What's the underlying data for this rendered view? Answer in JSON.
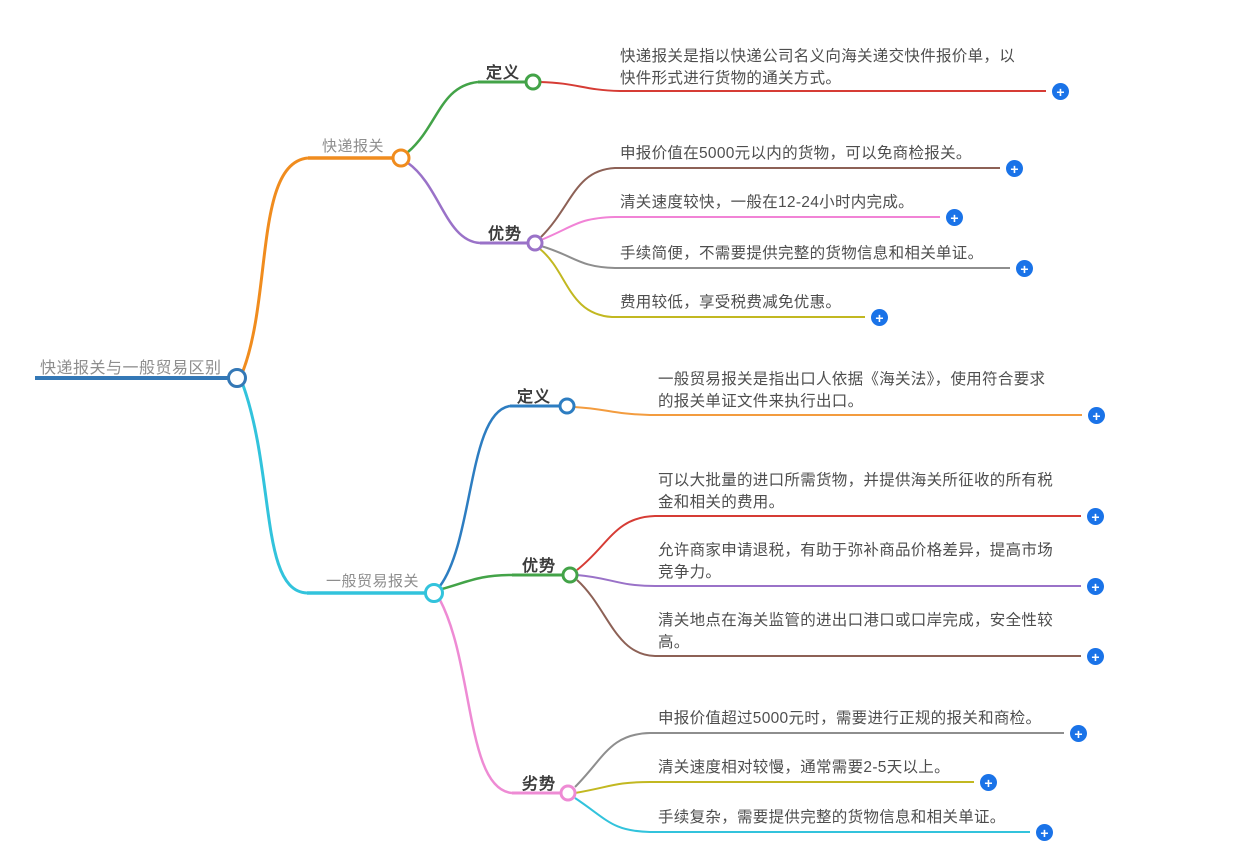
{
  "icons": {
    "expand": "+"
  },
  "colors": {
    "root_underline": "#3478b6",
    "branch_express": "#f08c1e",
    "branch_general": "#32c3dc",
    "green": "#43a348",
    "purple": "#9a72c8",
    "blue": "#2d7dc1",
    "pink_node": "#ee8bd4",
    "red": "#d63c35",
    "brown": "#8d6156",
    "magenta": "#f183d6",
    "gray": "#8e8e8e",
    "olive": "#c2b821",
    "orange_leaf": "#f39c3f",
    "expand_button": "#1a73e8"
  },
  "root": {
    "label": "快递报关与一般贸易区别",
    "color": "#3478b6"
  },
  "branches": [
    {
      "label": "快递报关",
      "color": "#f08c1e",
      "children": [
        {
          "label": "定义",
          "color": "#43a348",
          "leaves": [
            {
              "text": "快递报关是指以快递公司名义向海关递交快件报价单，以快件形式进行货物的通关方式。",
              "color": "#d63c35"
            }
          ]
        },
        {
          "label": "优势",
          "color": "#9a72c8",
          "leaves": [
            {
              "text": "申报价值在5000元以内的货物，可以免商检报关。",
              "color": "#8d6156"
            },
            {
              "text": "清关速度较快，一般在12-24小时内完成。",
              "color": "#f183d6"
            },
            {
              "text": "手续简便，不需要提供完整的货物信息和相关单证。",
              "color": "#8e8e8e"
            },
            {
              "text": "费用较低，享受税费减免优惠。",
              "color": "#c2b821"
            }
          ]
        }
      ]
    },
    {
      "label": "一般贸易报关",
      "color": "#32c3dc",
      "children": [
        {
          "label": "定义",
          "color": "#2d7dc1",
          "leaves": [
            {
              "text": "一般贸易报关是指出口人依据《海关法》，使用符合要求的报关单证文件来执行出口。",
              "color": "#f39c3f"
            }
          ]
        },
        {
          "label": "优势",
          "color": "#43a348",
          "leaves": [
            {
              "text": "可以大批量的进口所需货物，并提供海关所征收的所有税金和相关的费用。",
              "color": "#d63c35"
            },
            {
              "text": "允许商家申请退税，有助于弥补商品价格差异，提高市场竞争力。",
              "color": "#9a72c8"
            },
            {
              "text": "清关地点在海关监管的进出口港口或口岸完成，安全性较高。",
              "color": "#8d6156"
            }
          ]
        },
        {
          "label": "劣势",
          "color": "#ee8bd4",
          "leaves": [
            {
              "text": "申报价值超过5000元时，需要进行正规的报关和商检。",
              "color": "#8e8e8e"
            },
            {
              "text": "清关速度相对较慢，通常需要2-5天以上。",
              "color": "#c2b821"
            },
            {
              "text": "手续复杂，需要提供完整的货物信息和相关单证。",
              "color": "#32c3dc"
            }
          ]
        }
      ]
    }
  ]
}
